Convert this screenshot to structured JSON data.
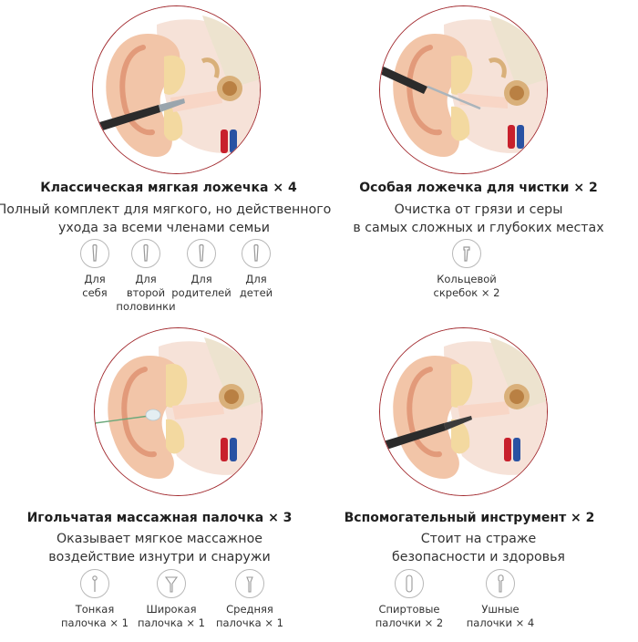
{
  "sections": [
    {
      "title": "Классическая мягкая ложечка × 4",
      "desc": [
        "Полный комплект для мягкого, но действенного",
        "ухода за всеми членами семьи"
      ],
      "tools": [
        {
          "label": "Для\nсебя",
          "icon": "soft-spoon-icon"
        },
        {
          "label": "Для\nвторой\nполовинки",
          "icon": "soft-spoon-icon"
        },
        {
          "label": "Для\nродителей",
          "icon": "soft-spoon-icon"
        },
        {
          "label": "Для\nдетей",
          "icon": "soft-spoon-icon"
        }
      ]
    },
    {
      "title": "Особая ложечка для чистки × 2",
      "desc": [
        "Очистка от грязи и серы",
        "в самых сложных и глубоких местах"
      ],
      "tools": [
        {
          "label": "Кольцевой\nскребок × 2",
          "icon": "ring-scraper-icon"
        }
      ]
    },
    {
      "title": "Игольчатая массажная палочка × 3",
      "desc": [
        "Оказывает мягкое массажное",
        "воздействие изнутри и снаружи"
      ],
      "tools": [
        {
          "label": "Тонкая\nпалочка × 1",
          "icon": "thin-stick-icon"
        },
        {
          "label": "Широкая\nпалочка × 1",
          "icon": "wide-stick-icon"
        },
        {
          "label": "Средняя\nпалочка × 1",
          "icon": "medium-stick-icon"
        }
      ]
    },
    {
      "title": "Вспомогательный инструмент × 2",
      "desc": [
        "Стоит на страже",
        "безопасности и здоровья"
      ],
      "tools": [
        {
          "label": "Спиртовые\nпалочки × 2",
          "icon": "alcohol-swab-icon"
        },
        {
          "label": "Ушные\nпалочки × 4",
          "icon": "ear-swab-icon"
        }
      ]
    }
  ],
  "colors": {
    "circle_border": "#a1282d",
    "skin": "#f2c5a8",
    "skin_dark": "#e29a7a",
    "cartilage": "#f3d9a0",
    "bone": "#e7dcc6",
    "artery": "#c8202c",
    "vein": "#2952a3",
    "otoscope": "#2b2b2b"
  }
}
